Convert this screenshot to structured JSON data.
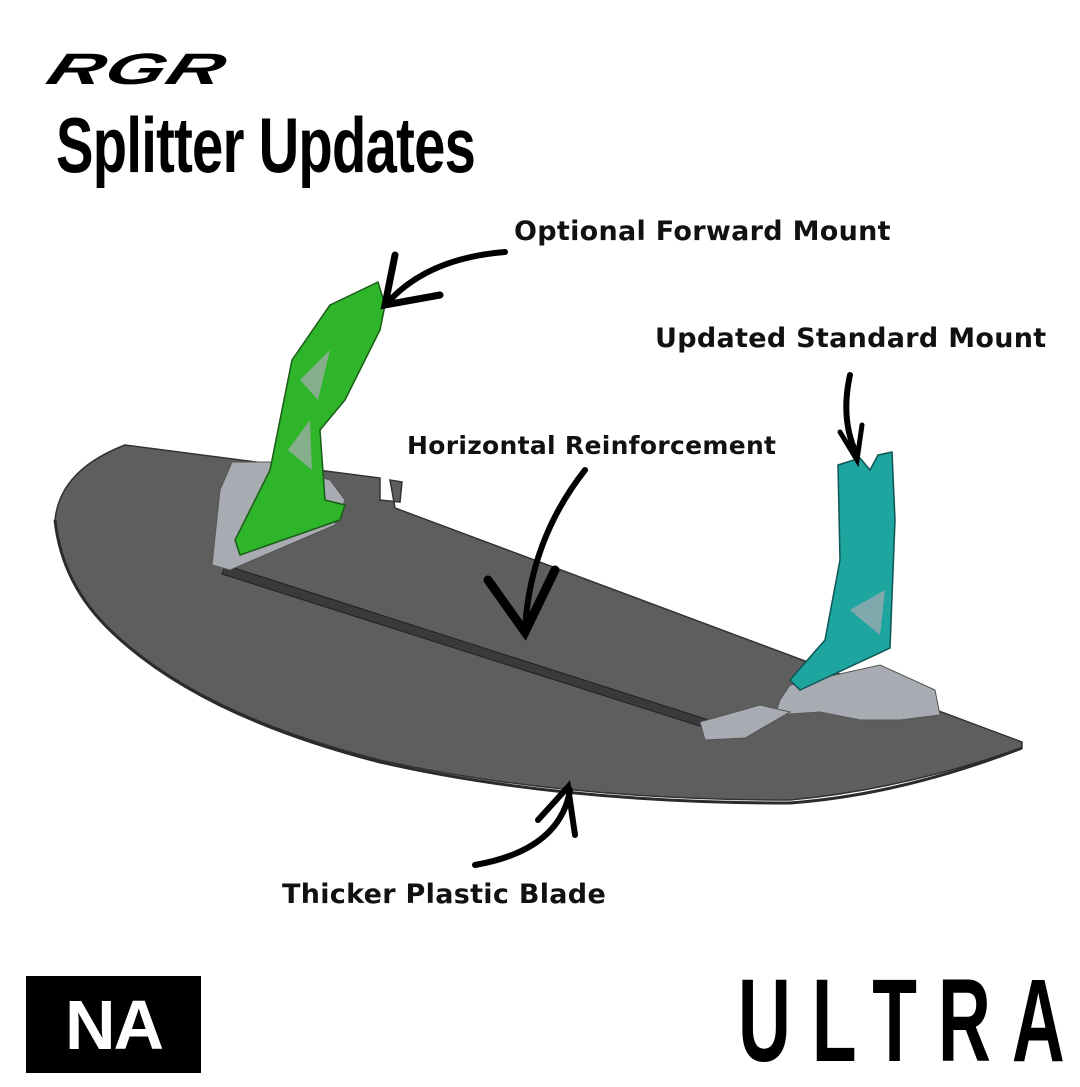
{
  "brand": {
    "logo_text": "RGR"
  },
  "header": {
    "title": "Splitter Updates"
  },
  "callouts": {
    "forward_mount": "Optional Forward Mount",
    "standard_mount": "Updated Standard Mount",
    "horizontal": "Horizontal Reinforcement",
    "blade": "Thicker Plastic Blade"
  },
  "footer": {
    "badge": "NA",
    "model": "ULTRA"
  },
  "colors": {
    "forward_mount": "#2fb52a",
    "standard_mount": "#1ea5a0",
    "blade": "#5e5e5e",
    "bracket": "#a9abb3"
  }
}
